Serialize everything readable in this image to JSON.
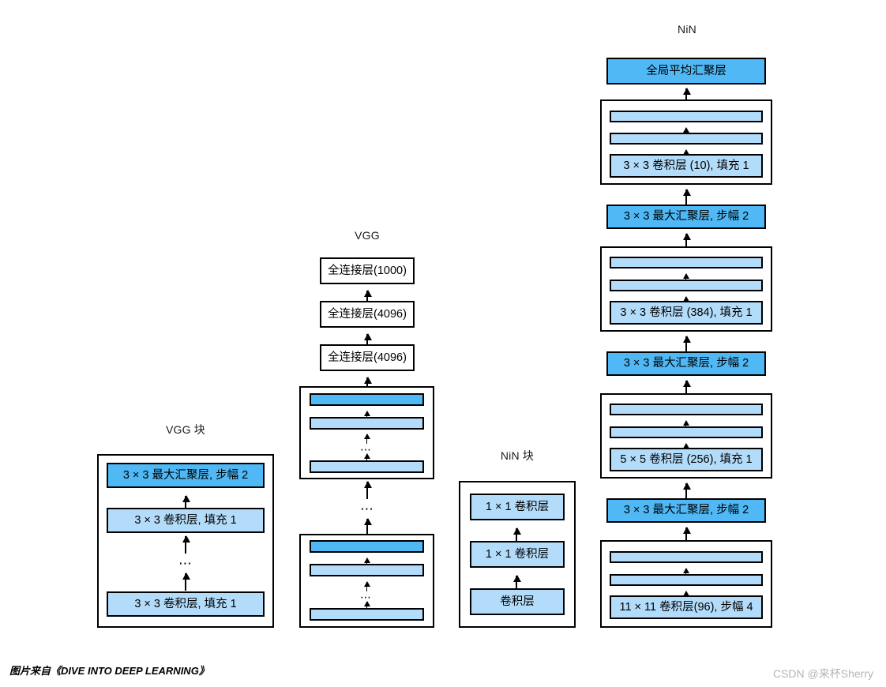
{
  "diagram": {
    "title_vgg_block": "VGG 块",
    "title_vgg": "VGG",
    "title_nin_block": "NiN 块",
    "title_nin": "NiN",
    "colors": {
      "dark_blue": "#4FB8F5",
      "light_blue": "#B3DCFA",
      "border": "#000000",
      "background": "#FFFFFF",
      "watermark": "#B5B5B5"
    },
    "ellipsis": "⋯"
  },
  "vgg_block": {
    "layers": [
      {
        "label": "3 × 3 最大汇聚层, 步幅 2",
        "tone": "dark"
      },
      {
        "label": "3 × 3 卷积层, 填充 1",
        "tone": "light"
      },
      {
        "label": "3 × 3 卷积层, 填充 1",
        "tone": "light"
      }
    ]
  },
  "vgg": {
    "fc_layers": [
      {
        "label": "全连接层(1000)"
      },
      {
        "label": "全连接层(4096)"
      },
      {
        "label": "全连接层(4096)"
      }
    ],
    "block_top": {
      "bars": [
        {
          "label": "",
          "tone": "dark"
        },
        {
          "label": "",
          "tone": "light"
        },
        {
          "label": "",
          "tone": "light"
        }
      ]
    },
    "block_bottom": {
      "bars": [
        {
          "label": "",
          "tone": "dark"
        },
        {
          "label": "",
          "tone": "light"
        },
        {
          "label": "",
          "tone": "light"
        }
      ]
    }
  },
  "nin_block": {
    "layers": [
      {
        "label": "1 × 1 卷积层",
        "tone": "light"
      },
      {
        "label": "1 × 1 卷积层",
        "tone": "light"
      },
      {
        "label": "卷积层",
        "tone": "light"
      }
    ]
  },
  "nin": {
    "stack": [
      {
        "kind": "layer",
        "label": "全局平均汇聚层",
        "tone": "dark"
      },
      {
        "kind": "group",
        "label": "3 × 3 卷积层 (10), 填充 1"
      },
      {
        "kind": "layer",
        "label": "3 × 3 最大汇聚层, 步幅 2",
        "tone": "dark"
      },
      {
        "kind": "group",
        "label": "3 × 3 卷积层 (384), 填充 1"
      },
      {
        "kind": "layer",
        "label": "3 × 3 最大汇聚层, 步幅 2",
        "tone": "dark"
      },
      {
        "kind": "group",
        "label": "5 × 5 卷积层 (256), 填充 1"
      },
      {
        "kind": "layer",
        "label": "3 × 3 最大汇聚层, 步幅 2",
        "tone": "dark"
      },
      {
        "kind": "group",
        "label": "11 × 11 卷积层(96), 步幅 4"
      }
    ]
  },
  "footer": {
    "source_note": "图片来自《DIVE INTO DEEP LEARNING》",
    "watermark": "CSDN @来杯Sherry"
  }
}
